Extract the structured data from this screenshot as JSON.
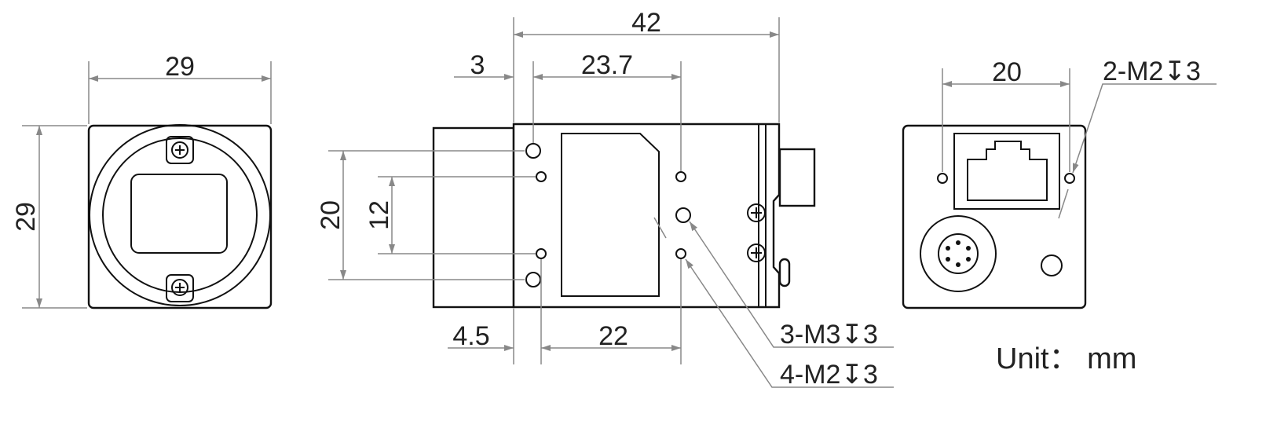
{
  "front_view": {
    "width_label": "29",
    "height_label": "29"
  },
  "side_view": {
    "total_length_label": "42",
    "lens_offset_label": "3",
    "hole_spacing_top_label": "23.7",
    "vertical_outer_label": "20",
    "vertical_inner_label": "12",
    "bottom_offset_label": "4.5",
    "hole_spacing_bottom_label": "22",
    "callout_m3": "3-M3↧3",
    "callout_m2": "4-M2↧3"
  },
  "rear_view": {
    "hole_spacing_label": "20",
    "callout_m2": "2-M2↧3"
  },
  "unit_label": "Unit： mm"
}
